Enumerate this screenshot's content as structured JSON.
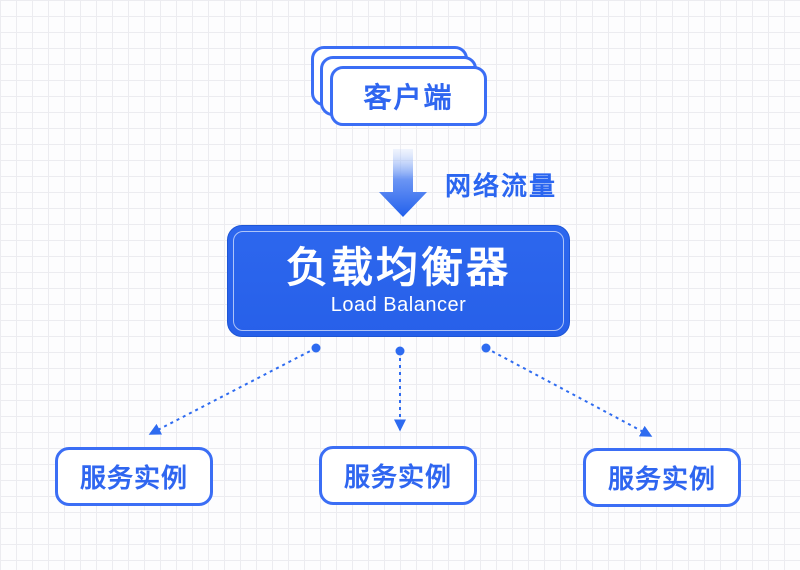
{
  "diagram": {
    "title_implicit": "Load balancer architecture diagram",
    "client": {
      "label": "客户端"
    },
    "traffic": {
      "label": "网络流量"
    },
    "load_balancer": {
      "title": "负载均衡器",
      "subtitle": "Load Balancer"
    },
    "servers": [
      {
        "label": "服务实例"
      },
      {
        "label": "服务实例"
      },
      {
        "label": "服务实例"
      }
    ],
    "edges": [
      {
        "from": "client",
        "to": "load_balancer",
        "style": "solid-gradient-arrow"
      },
      {
        "from": "load_balancer",
        "to": "server-1",
        "style": "dotted-arrow"
      },
      {
        "from": "load_balancer",
        "to": "server-2",
        "style": "dotted-arrow"
      },
      {
        "from": "load_balancer",
        "to": "server-3",
        "style": "dotted-arrow"
      }
    ],
    "colors": {
      "accent_blue": "#3B6EF5",
      "text_blue": "#2F66F0",
      "lb_fill": "#2A62EB",
      "lb_inner_stroke": "rgba(255,255,255,0.62)",
      "arrow_gradient_top": "#C6D8FA",
      "arrow_gradient_bottom": "#2160EC",
      "grid_line": "#ECECF0",
      "background": "#FDFDFE"
    }
  }
}
